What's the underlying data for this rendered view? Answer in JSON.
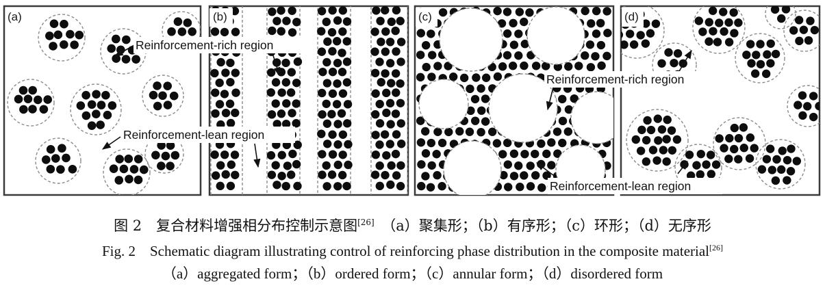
{
  "panels": [
    {
      "tag": "(a)",
      "labels": [
        "Reinforcement-rich region",
        "Reinforcement-lean region"
      ]
    },
    {
      "tag": "(b)"
    },
    {
      "tag": "(c)",
      "labels": [
        "Reinforcement-rich region",
        "Reinforcement-lean region"
      ]
    },
    {
      "tag": "(d)"
    }
  ],
  "caption": {
    "cn_main": "图 2　复合材料增强相分布控制示意图",
    "cn_ref": "[26]",
    "cn_sub": "　（a）聚集形；（b）有序形；（c）环形；（d）无序形",
    "en_main": "Fig. 2　Schematic diagram illustrating control of reinforcing phase distribution in the composite material",
    "en_ref": "[26]",
    "en_sub": "（a）aggregated form；（b）ordered form；（c）annular form；（d）disordered form"
  }
}
